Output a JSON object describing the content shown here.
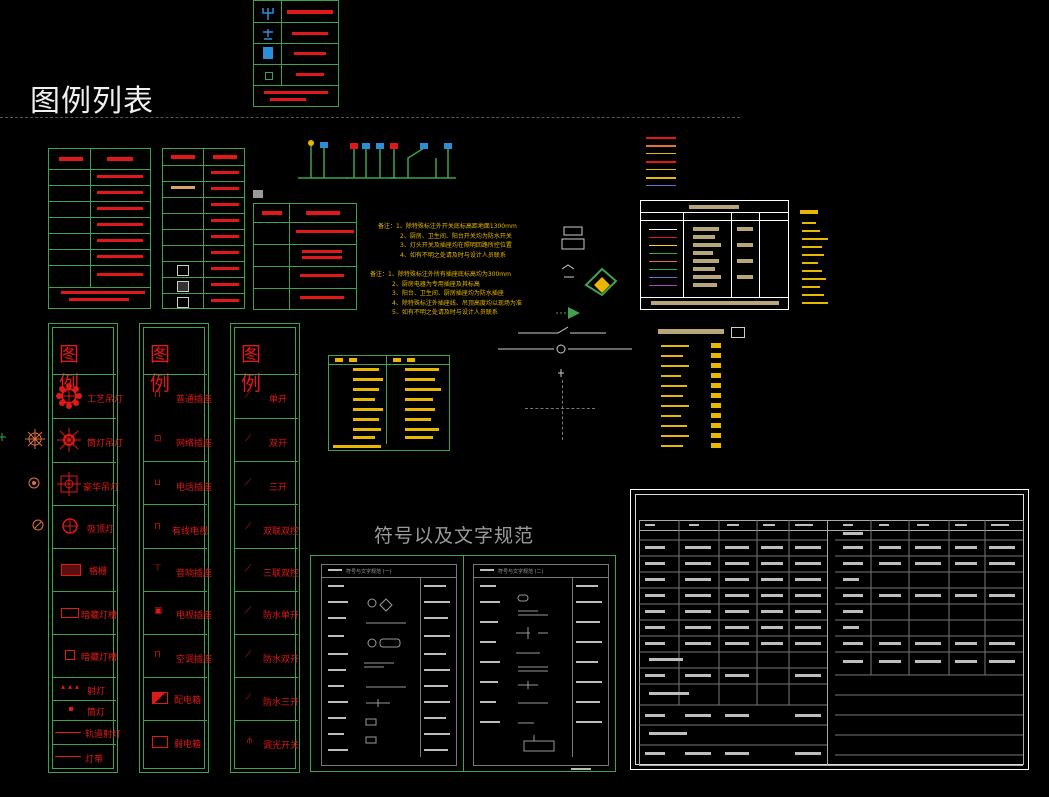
{
  "page": {
    "title": "图例列表",
    "spec_title": "符号以及文字规范"
  },
  "legend_panels": [
    {
      "heading": "图例",
      "items": [
        "工艺吊灯",
        "筒灯吊灯",
        "豪华吊灯",
        "吸顶灯",
        "格栅",
        "暗藏灯槽",
        "暗藏灯槽",
        "射灯",
        "筒灯",
        "轨道射灯",
        "灯带"
      ]
    },
    {
      "heading": "图例",
      "items": [
        "普通插座",
        "网络插座",
        "电话插座",
        "有线电视",
        "音响插座",
        "电视插座",
        "空调插座",
        "配电箱",
        "弱电箱"
      ]
    },
    {
      "heading": "图例",
      "items": [
        "单开",
        "双开",
        "三开",
        "双联双控",
        "三联双控",
        "防水单开",
        "防水双开",
        "防水三开",
        "调光开关"
      ]
    }
  ],
  "notes": {
    "a_prefix": "备注：",
    "a": [
      "1、除特殊标注外开关底标高距地面1300mm",
      "2、厨房、卫生间、阳台开关均为防水开关",
      "3、灯头开关及插座均在照明回路所控位置",
      "4、如有不明之处请及时与设计人员联系"
    ],
    "b_prefix": "备注：",
    "b": [
      "1、除特殊标注外所有插座底标高均为300mm",
      "2、厨房电器为专用插座及其标高",
      "3、阳台、卫生间、厨房插座均为防水插座",
      "4、除特殊标注外插座线、吊顶高度均以现场为准",
      "5、如有不明之处请及时与设计人员联系"
    ]
  },
  "spec_sheets": {
    "left_caption": "符号与文字规范 (一)",
    "right_caption": "符号与文字规范 (二)"
  },
  "colors": {
    "frame": "#3fa34d",
    "red": "#e01818",
    "yellow": "#e8b800",
    "white": "#ffffff",
    "background": "#000000"
  }
}
